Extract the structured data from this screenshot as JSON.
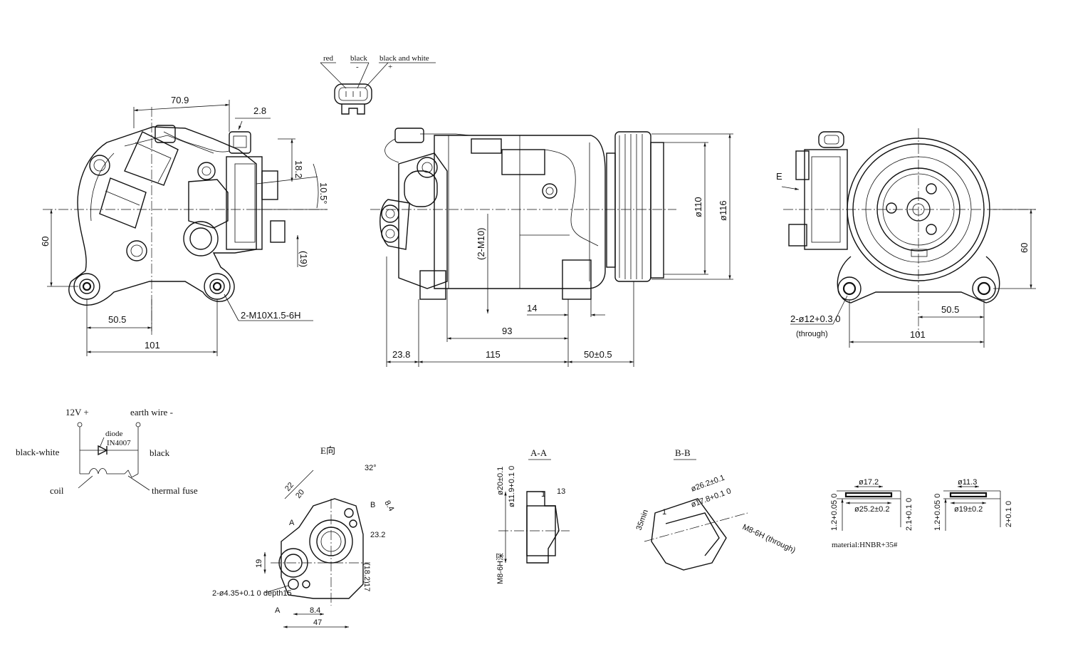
{
  "connector": {
    "red": "red",
    "black": "black",
    "black_white": "black and white",
    "minus": "-",
    "plus": "+"
  },
  "dims": {
    "left_70_9": "70.9",
    "left_2_8": "2.8",
    "left_18_2": "18.2",
    "left_10_5": "10.5°",
    "left_19": "(19)",
    "left_60": "60",
    "left_50_5": "50.5",
    "left_101": "101",
    "thread": "2-M10X1.5-6H",
    "dia_110": "ø110",
    "dia_116": "ø116",
    "two_m10": "(2-M10)",
    "center_14": "14",
    "center_93": "93",
    "center_23_8": "23.8",
    "center_115": "115",
    "center_50": "50±0.5",
    "view_e": "E",
    "right_60": "60",
    "right_50_5": "50.5",
    "right_101": "101",
    "hole": "2-ø12+0.3 0",
    "through": "(through)"
  },
  "wiring": {
    "v12": "12V +",
    "earth": "earth wire -",
    "diode": "diode",
    "diode_part": "IN4007",
    "black_white": "black-white",
    "black": "black",
    "coil": "coil",
    "fuse": "thermal fuse"
  },
  "eview": {
    "title": "E向",
    "d22": "22",
    "d20": "20",
    "d32": "32°",
    "d8_4": "8.4",
    "mark_b": "B",
    "mark_a": "A",
    "d23_2": "23.2",
    "d18_2": "(18.2)",
    "d17": "17",
    "d19": "19",
    "hole": "2-ø4.35+0.1 0 depth15",
    "d47": "47"
  },
  "sections": {
    "aa": {
      "title": "A-A",
      "d20": "ø20±0.1",
      "d11_9": "ø11.9+0.1 0",
      "d13": "13",
      "d1": "1",
      "thread": "M8-6H深"
    },
    "bb": {
      "title": "B-B",
      "d26_2": "ø26.2±0.1",
      "d17_8": "ø17.8+0.1 0",
      "d35": "35min",
      "d1": "1",
      "thread": "M8-6H (through)"
    }
  },
  "orings": {
    "r1_inner": "ø17.2",
    "r1_outer": "ø25.2±0.2",
    "r1_thick": "1.2+0.05 0",
    "r1_width": "2.1+0.1 0",
    "r2_inner": "ø11.3",
    "r2_outer": "ø19±0.2",
    "r2_thick": "1.2+0.05 0",
    "r2_width": "2+0.1 0",
    "material": "material:HNBR+35#"
  }
}
